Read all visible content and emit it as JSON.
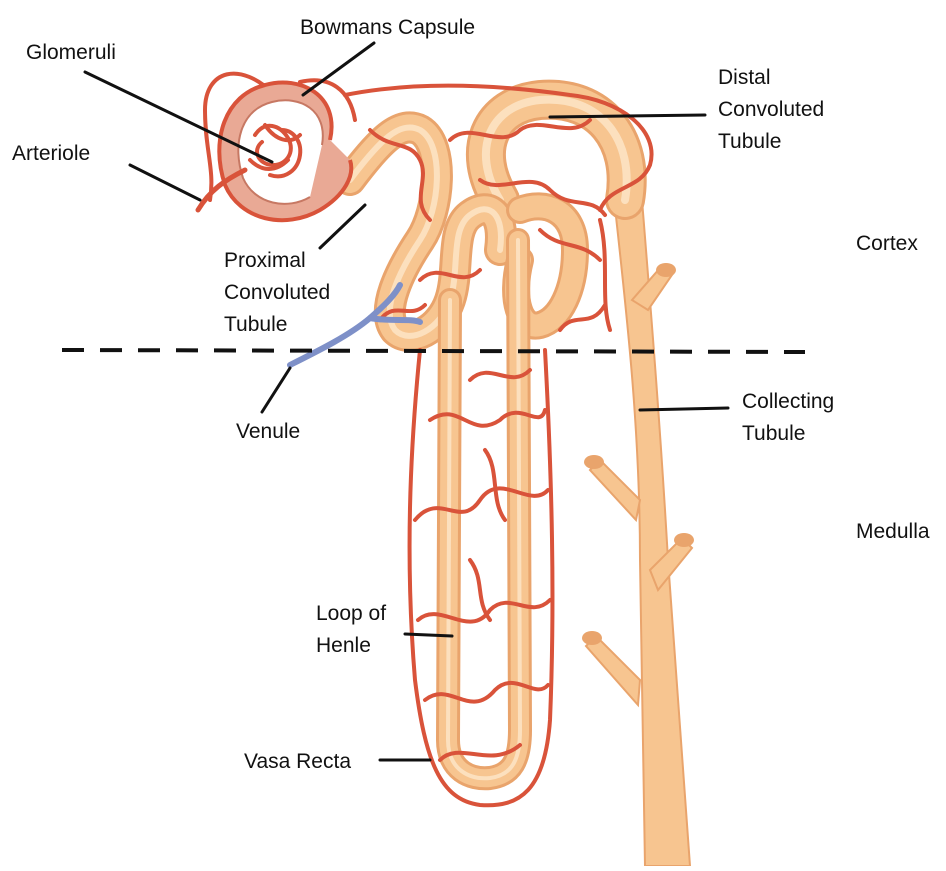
{
  "diagram": {
    "labels": {
      "bowmans_capsule": "Bowmans Capsule",
      "glomeruli": "Glomeruli",
      "arteriole": "Arteriole",
      "distal_tubule": "Distal\nConvoluted\nTubule",
      "cortex": "Cortex",
      "proximal_tubule": "Proximal\nConvoluted\nTubule",
      "venule": "Venule",
      "collecting_tubule": "Collecting\nTubule",
      "medulla": "Medulla",
      "loop_of_henle": "Loop of\nHenle",
      "vasa_recta": "Vasa Recta"
    },
    "colors": {
      "tubule_fill": "#F7C590",
      "tubule_edge": "#E9A46C",
      "vessel": "#D9533A",
      "vessel_edge": "#B83A26",
      "capsule": "#D89282",
      "venule": "#7E90C8",
      "leader": "#111111",
      "boundary": "#111111"
    }
  }
}
